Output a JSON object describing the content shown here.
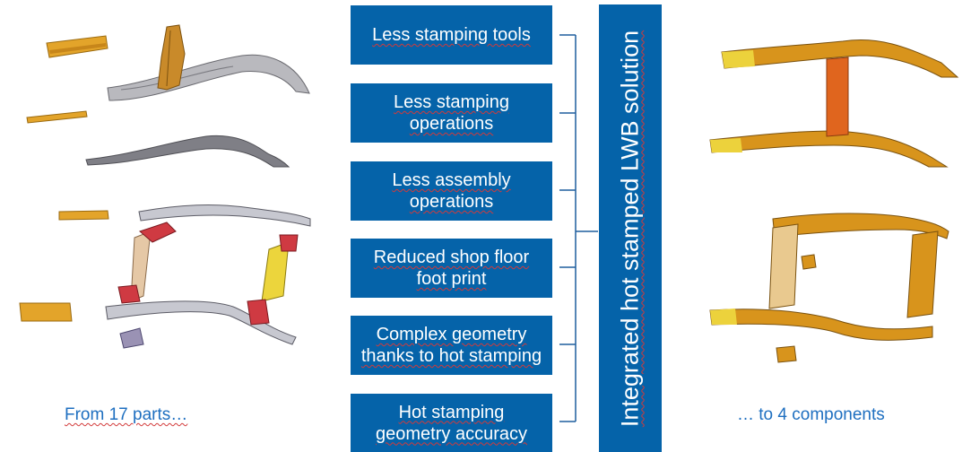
{
  "boxes": [
    {
      "label": "Less stamping tools"
    },
    {
      "label": "Less stamping\noperations"
    },
    {
      "label": "Less assembly\noperations"
    },
    {
      "label": "Reduced shop floor\nfoot print"
    },
    {
      "label": "Complex geometry\nthanks to hot stamping"
    },
    {
      "label": "Hot stamping\ngeometry accuracy"
    }
  ],
  "vertical_label": "Integrated hot stamped LWB solution",
  "caption_left": "From 17 parts…",
  "caption_right": "… to 4 components",
  "colors": {
    "box_fill": "#0563a9",
    "caption_text": "#1e6fc0",
    "part_orange": "#d99a1e",
    "part_yellow": "#ecd23c",
    "part_grey": "#a8a8ad",
    "part_red": "#c8323c"
  }
}
